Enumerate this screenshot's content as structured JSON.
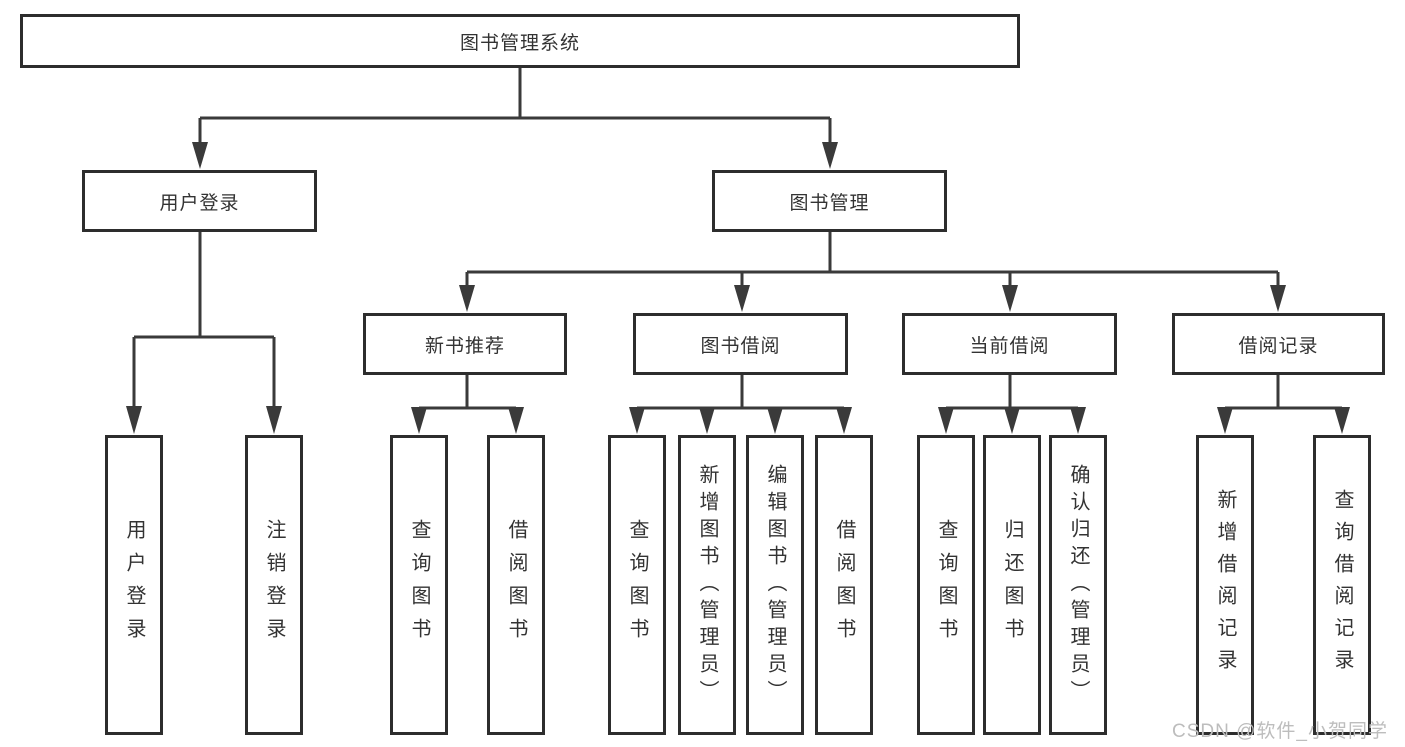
{
  "diagram": {
    "type": "hierarchy-tree",
    "root": {
      "label": "图书管理系统",
      "children": [
        {
          "label": "用户登录",
          "children": [
            {
              "label": "用户登录"
            },
            {
              "label": "注销登录"
            }
          ]
        },
        {
          "label": "图书管理",
          "children": [
            {
              "label": "新书推荐",
              "children": [
                {
                  "label": "查询图书"
                },
                {
                  "label": "借阅图书"
                }
              ]
            },
            {
              "label": "图书借阅",
              "children": [
                {
                  "label": "查询图书"
                },
                {
                  "label": "新增图书（管理员）"
                },
                {
                  "label": "编辑图书（管理员）"
                },
                {
                  "label": "借阅图书"
                }
              ]
            },
            {
              "label": "当前借阅",
              "children": [
                {
                  "label": "查询图书"
                },
                {
                  "label": "归还图书"
                },
                {
                  "label": "确认归还（管理员）"
                }
              ]
            },
            {
              "label": "借阅记录",
              "children": [
                {
                  "label": "新增借阅记录"
                },
                {
                  "label": "查询借阅记录"
                }
              ]
            }
          ]
        }
      ]
    }
  },
  "watermark": {
    "text": "CSDN @软件_小贺同学"
  },
  "colors": {
    "line": "#3a3a3a",
    "box_border": "#2d2d2d",
    "text": "#333333",
    "watermark": "#bdbdbd",
    "background": "#ffffff"
  }
}
